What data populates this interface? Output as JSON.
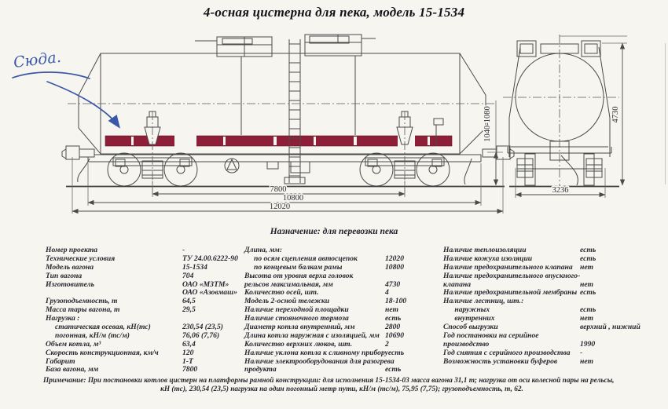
{
  "title": "4-осная цистерна для пека, модель 15-1534",
  "handwritten_note": "Сюда.",
  "purpose_line": "Назначение: для перевозки пека",
  "colors": {
    "paper": "#f6f5f0",
    "drawing_line": "#4b4b4b",
    "stripe_maroon": "#8e1f39",
    "ink_blue": "#3a57a8"
  },
  "drawing": {
    "dim_bogie_base": "7800",
    "dim_frame_length": "10800",
    "dim_coupler_length": "12020",
    "dim_coupler_height": "1040-1080",
    "dim_overall_height": "4730",
    "dim_track_width": "3236"
  },
  "spec_table": {
    "col1": [
      {
        "label": "Номер проекта",
        "value": "-"
      },
      {
        "label": "Технические условия",
        "value": "ТУ 24.00.6222-90"
      },
      {
        "label": "Модель вагона",
        "value": "15-1534"
      },
      {
        "label": "Тип вагона",
        "value": "704"
      },
      {
        "label": "Изготовитель",
        "value": "ОАО «МЗТМ»"
      },
      {
        "label": "",
        "value": "ОАО «Азовмаш»"
      },
      {
        "label": "Грузоподъемность, т",
        "value": "64,5"
      },
      {
        "label": "Масса тары вагона, т",
        "value": "29,5"
      },
      {
        "label": "Нагрузка :",
        "value": ""
      },
      {
        "label": "     статическая осевая, кН(тс)",
        "value": "230,54 (23,5)"
      },
      {
        "label": "     погонная, кН/м (тс/м)",
        "value": "76,06 (7,76)"
      },
      {
        "label": "Объем котла, м³",
        "value": "63,4"
      },
      {
        "label": "Скорость конструкционная, км/ч",
        "value": "120"
      },
      {
        "label": "Габарит",
        "value": "1-Т"
      },
      {
        "label": "База вагона, мм",
        "value": "7800"
      }
    ],
    "col2": [
      {
        "label": "Длина, мм:",
        "value": ""
      },
      {
        "label": "     по осям сцепления автосцепок",
        "value": "12020"
      },
      {
        "label": "     по концевым балкам рамы",
        "value": "10800"
      },
      {
        "label": "Высота от уровня верха головок",
        "value": ""
      },
      {
        "label": "рельсов максимальная, мм",
        "value": "4730"
      },
      {
        "label": "Количество осей, шт.",
        "value": "4"
      },
      {
        "label": "Модель 2-осной тележки",
        "value": "18-100"
      },
      {
        "label": "Наличие переходной площадки",
        "value": "нет"
      },
      {
        "label": "Наличие стояночного тормоза",
        "value": "есть"
      },
      {
        "label": "Диаметр котла внутренний, мм",
        "value": "2800"
      },
      {
        "label": "Длина котла наружная с изоляцией, мм",
        "value": "10690"
      },
      {
        "label": "Количество верхних люков, шт.",
        "value": "2"
      },
      {
        "label": "Наличие уклона котла к сливному прибору",
        "value": "есть"
      },
      {
        "label": "Наличие электрооборудования для разогрева",
        "value": ""
      },
      {
        "label": "продукта",
        "value": "есть"
      }
    ],
    "col3": [
      {
        "label": "Наличие теплоизоляции",
        "value": "есть"
      },
      {
        "label": "Наличие кожуха изоляции",
        "value": "есть"
      },
      {
        "label": "Наличие предохранительного клапана",
        "value": "нет"
      },
      {
        "label": "Наличие предохранительного впускного-",
        "value": ""
      },
      {
        "label": "клапана",
        "value": "нет"
      },
      {
        "label": "Наличие предохранительной мембраны",
        "value": "есть"
      },
      {
        "label": "Наличие лестниц, шт.:",
        "value": ""
      },
      {
        "label": "      наружных",
        "value": "есть"
      },
      {
        "label": "      внутренних",
        "value": "нет"
      },
      {
        "label": "Способ выгрузки",
        "value": "верхний , нижний"
      },
      {
        "label": "Год постановки на серийное",
        "value": ""
      },
      {
        "label": "производство",
        "value": "1990"
      },
      {
        "label": "Год снятия с серийного производства",
        "value": "-"
      },
      {
        "label": "Возможность установки буферов",
        "value": "нет"
      }
    ]
  },
  "note": {
    "line1": "Примечание: При постановки котлов цистерн на платформы рамной конструкции: для исполнения 15-1534-03 масса вагона 31,1 т; нагрузка от оси колесной пары на рельсы,",
    "line2": "кН (тс), 230,54 (23,5) нагрузка на один погонный метр пути, кН/м (тс/м), 75,95 (7,75); грузоподъемность, т, 62."
  }
}
